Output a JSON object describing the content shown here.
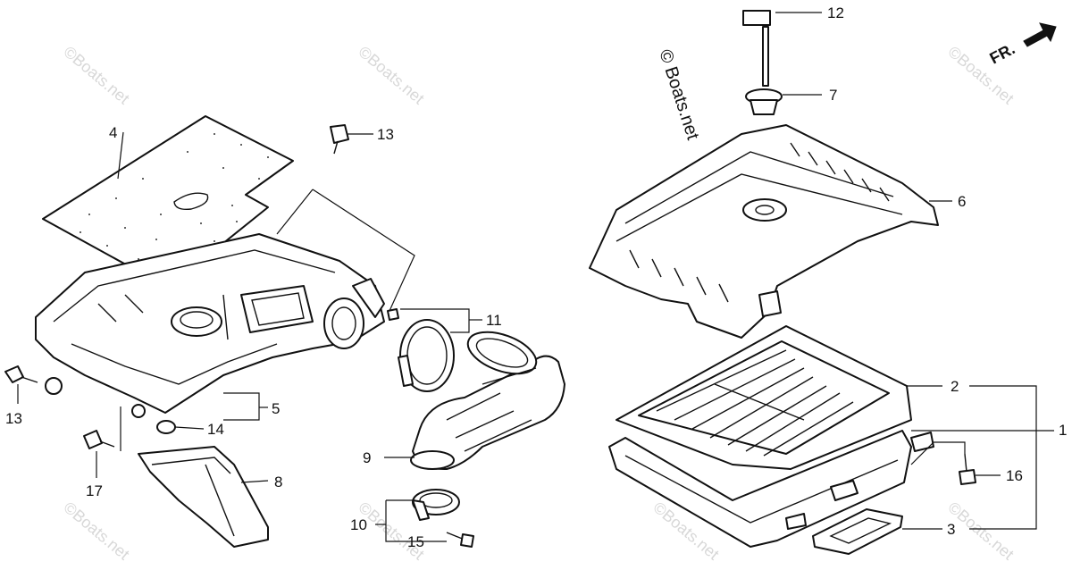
{
  "diagram": {
    "brand_label": "© Boats.net",
    "direction_label": "FR.",
    "watermark_text": "©Boats.net",
    "line_color": "#111111",
    "background": "#ffffff",
    "callouts": {
      "c1": "1",
      "c2": "2",
      "c3": "3",
      "c4": "4",
      "c5": "5",
      "c6": "6",
      "c7": "7",
      "c8": "8",
      "c9": "9",
      "c10": "10",
      "c11": "11",
      "c12": "12",
      "c13a": "13",
      "c13b": "13",
      "c14": "14",
      "c15": "15",
      "c16": "16",
      "c17": "17"
    }
  }
}
